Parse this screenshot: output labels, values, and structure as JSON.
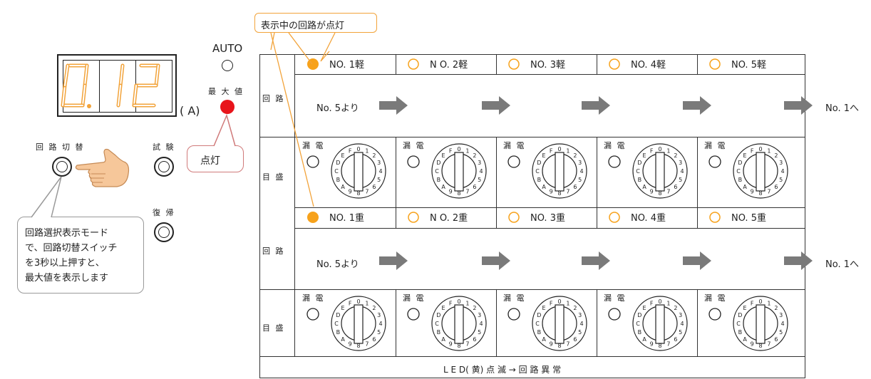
{
  "display": {
    "digits": "0.12",
    "unit_label": "( A)"
  },
  "labels": {
    "auto": "AUTO",
    "max_value": "最 大 値",
    "circuit_switch": "回 路 切 替",
    "test": "試 験",
    "reset": "復 帰"
  },
  "callouts": {
    "top": "表示中の回路が点灯",
    "lit": "点灯",
    "mode_note": [
      "回路選択表示モード",
      "で、回路切替スイッチ",
      "を3秒以上押すと、",
      "最大値を表示します"
    ]
  },
  "table": {
    "row_circuit": "回 路",
    "row_scale": "目 盛",
    "leak_label": "漏 電",
    "from_label": "No. 5より",
    "to_label": "No. 1へ",
    "light_headers": [
      "NO. 1軽",
      "N O. 2軽",
      "NO. 3軽",
      "NO. 4軽",
      "NO. 5軽"
    ],
    "heavy_headers": [
      "NO. 1重",
      "N O. 2重",
      "NO. 3重",
      "NO. 4重",
      "NO. 5重"
    ],
    "footer": "L E D( 黄) 点 滅 → 回 路 異 常",
    "dial_ticks": [
      "0",
      "1",
      "2",
      "3",
      "4",
      "5",
      "6",
      "7",
      "8",
      "9",
      "A",
      "B",
      "C",
      "D",
      "E",
      "F"
    ]
  },
  "colors": {
    "led_on": "#f7a21b",
    "led_off_border": "#f7a21b",
    "max_led": "#e8141b",
    "arrow": "#7a7a7a",
    "segment": "#f2a33a",
    "callout_border": "#f2a33a"
  }
}
